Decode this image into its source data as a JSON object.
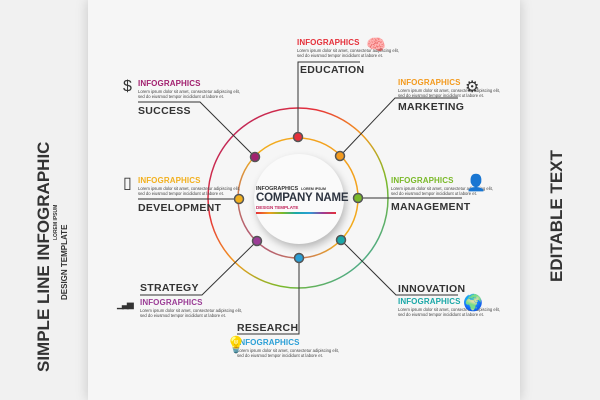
{
  "side_left": {
    "title": "SIMPLE LINE INFOGRAPHIC",
    "small": "LOREM IPSUM",
    "subtitle": "DESIGN TEMPLATE"
  },
  "side_right": {
    "title": "EDITABLE TEXT"
  },
  "center": {
    "top": "INFOGRAPHICS",
    "top_small": "LOREM IPSUM",
    "name": "COMPANY NAME",
    "sub": "DESIGN TEMPLATE"
  },
  "lorem": "Lorem ipsum dolor sit amet, consectetur adipiscing elit, sed do eiusmod tempor incididunt ut labore et.",
  "items": [
    {
      "label": "EDUCATION",
      "heading": "INFOGRAPHICS",
      "color": "#e5303a",
      "icon": "brain-icon"
    },
    {
      "label": "SUCCESS",
      "heading": "INFOGRAPHICS",
      "color": "#a2216f",
      "icon": "dollar-icon"
    },
    {
      "label": "MARKETING",
      "heading": "INFOGRAPHICS",
      "color": "#f39a1e",
      "icon": "gears-icon"
    },
    {
      "label": "DEVELOPMENT",
      "heading": "INFOGRAPHICS",
      "color": "#f2b01e",
      "icon": "phone-icon"
    },
    {
      "label": "MANAGEMENT",
      "heading": "INFOGRAPHICS",
      "color": "#7ab929",
      "icon": "person-icon"
    },
    {
      "label": "STRATEGY",
      "heading": "INFOGRAPHICS",
      "color": "#9b3d96",
      "icon": "bar-chart-icon"
    },
    {
      "label": "INNOVATION",
      "heading": "INFOGRAPHICS",
      "color": "#1aa8a8",
      "icon": "globe-icon"
    },
    {
      "label": "RESEARCH",
      "heading": "INFOGRAPHICS",
      "color": "#2a9fd6",
      "icon": "lightbulb-icon"
    }
  ]
}
